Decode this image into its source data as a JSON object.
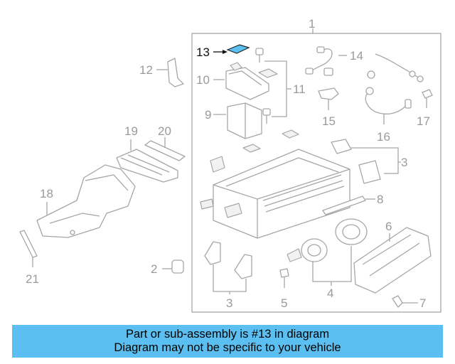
{
  "diagram": {
    "highlighted_part": "13",
    "highlight_color": "#5bc0f1",
    "labels": {
      "p1": "1",
      "p2": "2",
      "p3a": "3",
      "p3b": "3",
      "p4": "4",
      "p5": "5",
      "p6": "6",
      "p7": "7",
      "p8": "8",
      "p9": "9",
      "p10": "10",
      "p11": "11",
      "p12": "12",
      "p13": "13",
      "p14": "14",
      "p15": "15",
      "p16": "16",
      "p17": "17",
      "p18": "18",
      "p19": "19",
      "p20": "20",
      "p21": "21"
    }
  },
  "banner": {
    "line1": "Part or sub-assembly is #13 in diagram",
    "line2": "Diagram may not be specific to your vehicle",
    "color": "#5bc0f1"
  }
}
